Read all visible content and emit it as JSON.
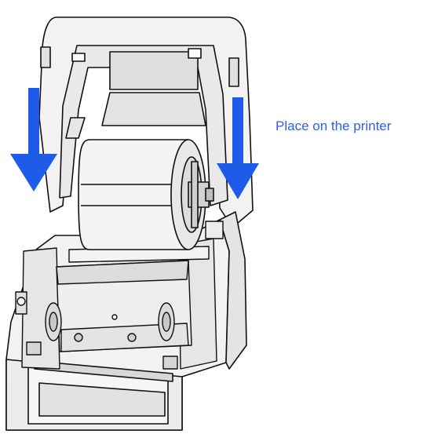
{
  "instruction": {
    "caption": "Place on the printer"
  },
  "colors": {
    "caption": "#2f5fe6",
    "arrow": "#1e5be8",
    "outline": "#111111",
    "body": "#f2f2f2",
    "shade": "#d4d4d4"
  },
  "icons": {
    "left_arrow": "down-arrow",
    "right_arrow": "down-arrow",
    "roll": "label-roll",
    "printer": "label-printer"
  }
}
